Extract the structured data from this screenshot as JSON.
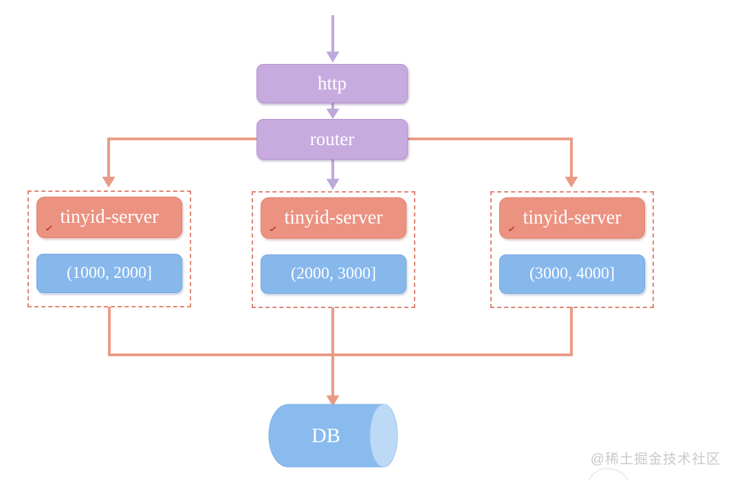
{
  "nodes": {
    "http": "http",
    "router": "router",
    "db": "DB"
  },
  "servers": [
    {
      "label": "tinyid-server",
      "range": "(1000, 2000]"
    },
    {
      "label": "tinyid-server",
      "range": "(2000, 3000]"
    },
    {
      "label": "tinyid-server",
      "range": "(3000, 4000]"
    }
  ],
  "icons": {
    "spellcheck_mark": "✓"
  },
  "watermark": "@稀土掘金技术社区",
  "colors": {
    "purple_fill": "#c7abde",
    "purple_arrow": "#bfa8dc",
    "salmon_fill": "#ec9281",
    "salmon_line": "#ea9b85",
    "dashed_border": "#de8470",
    "blue_fill": "#87b8ec",
    "db_body": "#8abbee",
    "db_cap": "#bcd9f6",
    "spellcheck_red": "#c2382b",
    "watermark_gray": "#c9c9c9"
  }
}
